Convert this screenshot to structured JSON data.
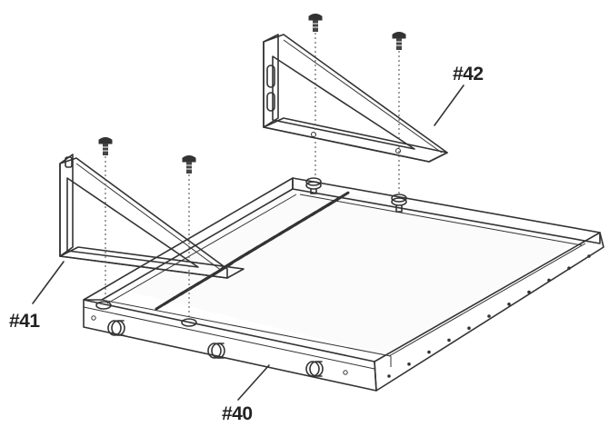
{
  "callouts": {
    "tray": "#40",
    "left_bracket": "#41",
    "right_bracket": "#42"
  },
  "colors": {
    "line": "#333333",
    "paper": "#ffffff",
    "shade": "#e9e9e9"
  },
  "icons": [
    "screw-icon",
    "standoff-icon",
    "vent-slot-icon"
  ]
}
